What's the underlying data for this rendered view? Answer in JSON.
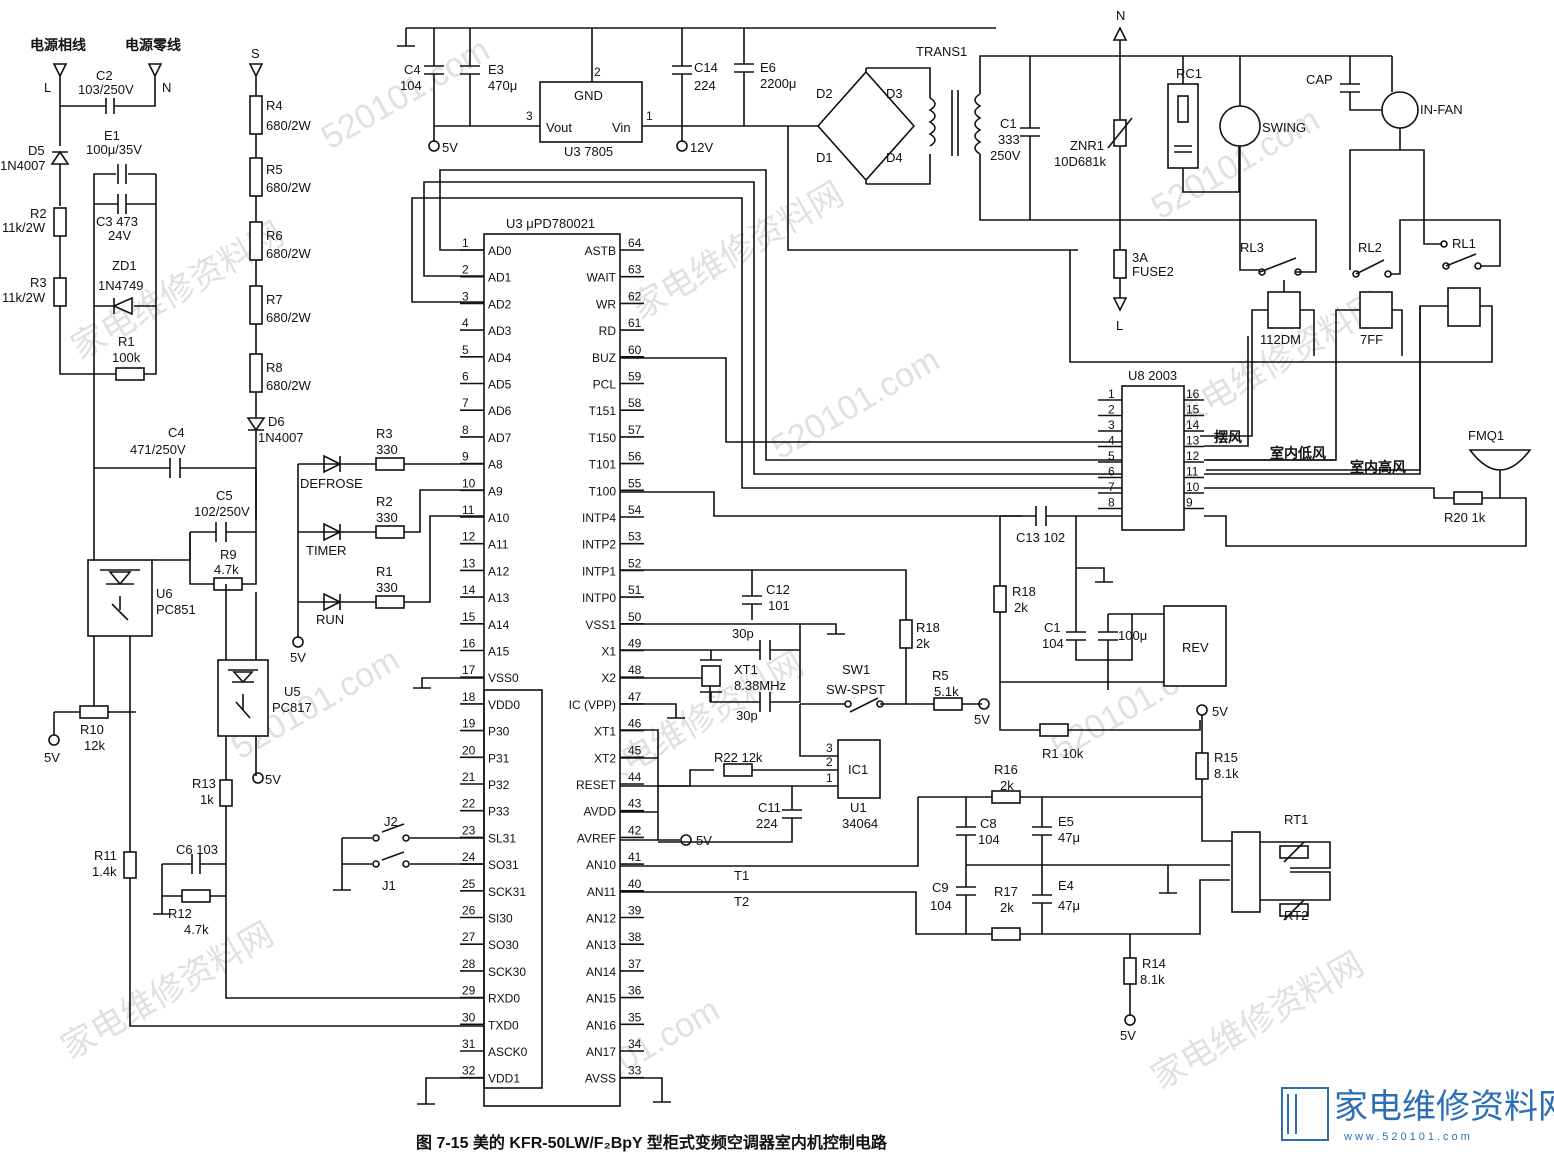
{
  "figure": {
    "caption": "图 7-15   美的 KFR-50LW/F₂BpY 型柜式变频空调器室内机控制电路"
  },
  "watermark": {
    "text": "家电维修资料网",
    "url": "520101.com",
    "logo_text": "家电维修资料网",
    "logo_url": "www.520101.com"
  },
  "mcu": {
    "label": "U3 μPD780021",
    "left_pins": [
      {
        "num": "1",
        "name": "AD0"
      },
      {
        "num": "2",
        "name": "AD1"
      },
      {
        "num": "3",
        "name": "AD2"
      },
      {
        "num": "4",
        "name": "AD3"
      },
      {
        "num": "5",
        "name": "AD4"
      },
      {
        "num": "6",
        "name": "AD5"
      },
      {
        "num": "7",
        "name": "AD6"
      },
      {
        "num": "8",
        "name": "AD7"
      },
      {
        "num": "9",
        "name": "A8"
      },
      {
        "num": "10",
        "name": "A9"
      },
      {
        "num": "11",
        "name": "A10"
      },
      {
        "num": "12",
        "name": "A11"
      },
      {
        "num": "13",
        "name": "A12"
      },
      {
        "num": "14",
        "name": "A13"
      },
      {
        "num": "15",
        "name": "A14"
      },
      {
        "num": "16",
        "name": "A15"
      },
      {
        "num": "17",
        "name": "VSS0"
      },
      {
        "num": "18",
        "name": "VDD0"
      },
      {
        "num": "19",
        "name": "P30"
      },
      {
        "num": "20",
        "name": "P31"
      },
      {
        "num": "21",
        "name": "P32"
      },
      {
        "num": "22",
        "name": "P33"
      },
      {
        "num": "23",
        "name": "SL31"
      },
      {
        "num": "24",
        "name": "SO31"
      },
      {
        "num": "25",
        "name": "SCK31"
      },
      {
        "num": "26",
        "name": "SI30"
      },
      {
        "num": "27",
        "name": "SO30"
      },
      {
        "num": "28",
        "name": "SCK30"
      },
      {
        "num": "29",
        "name": "RXD0"
      },
      {
        "num": "30",
        "name": "TXD0"
      },
      {
        "num": "31",
        "name": "ASCK0"
      },
      {
        "num": "32",
        "name": "VDD1"
      }
    ],
    "right_pins": [
      {
        "num": "64",
        "name": "ASTB"
      },
      {
        "num": "63",
        "name": "WAIT"
      },
      {
        "num": "62",
        "name": "WR"
      },
      {
        "num": "61",
        "name": "RD"
      },
      {
        "num": "60",
        "name": "BUZ"
      },
      {
        "num": "59",
        "name": "PCL"
      },
      {
        "num": "58",
        "name": "T151"
      },
      {
        "num": "57",
        "name": "T150"
      },
      {
        "num": "56",
        "name": "T101"
      },
      {
        "num": "55",
        "name": "T100"
      },
      {
        "num": "54",
        "name": "INTP4"
      },
      {
        "num": "53",
        "name": "INTP2"
      },
      {
        "num": "52",
        "name": "INTP1"
      },
      {
        "num": "51",
        "name": "INTP0"
      },
      {
        "num": "50",
        "name": "VSS1"
      },
      {
        "num": "49",
        "name": "X1"
      },
      {
        "num": "48",
        "name": "X2"
      },
      {
        "num": "47",
        "name": "IC (VPP)"
      },
      {
        "num": "46",
        "name": "XT1"
      },
      {
        "num": "45",
        "name": "XT2"
      },
      {
        "num": "44",
        "name": "RESET"
      },
      {
        "num": "43",
        "name": "AVDD"
      },
      {
        "num": "42",
        "name": "AVREF"
      },
      {
        "num": "41",
        "name": "AN10"
      },
      {
        "num": "40",
        "name": "AN11"
      },
      {
        "num": "39",
        "name": "AN12"
      },
      {
        "num": "38",
        "name": "AN13"
      },
      {
        "num": "37",
        "name": "AN14"
      },
      {
        "num": "36",
        "name": "AN15"
      },
      {
        "num": "35",
        "name": "AN16"
      },
      {
        "num": "34",
        "name": "AN17"
      },
      {
        "num": "33",
        "name": "AVSS"
      }
    ]
  },
  "driver": {
    "label": "U8 2003",
    "left_pins": [
      "1",
      "2",
      "3",
      "4",
      "5",
      "6",
      "7",
      "8"
    ],
    "right_pins": [
      "16",
      "15",
      "14",
      "13",
      "12",
      "11",
      "10",
      "9"
    ]
  },
  "labels": {
    "live_cn": "电源相线",
    "neutral_cn": "电源零线",
    "L": "L",
    "N": "N",
    "S": "S",
    "C2": "C2",
    "C2v": "103/250V",
    "D5": "D5",
    "D5v": "1N4007",
    "E1": "E1",
    "E1v": "100μ/35V",
    "C3": "C3 473",
    "C3v": "24V",
    "R2": "R2",
    "R2v": "11k/2W",
    "R3": "R3",
    "R3v": "11k/2W",
    "ZD1": "ZD1",
    "ZD1v": "1N4749",
    "R1": "R1",
    "R1v": "100k",
    "R4": "R4",
    "R4v": "680/2W",
    "R5": "R5",
    "R5v": "680/2W",
    "R6": "R6",
    "R6v": "680/2W",
    "R7": "R7",
    "R7v": "680/2W",
    "R8": "R8",
    "R8v": "680/2W",
    "D6": "D6",
    "D6v": "1N4007",
    "C4a": "C4",
    "C4av": "471/250V",
    "C5": "C5",
    "C5v": "102/250V",
    "R9": "R9",
    "R9v": "4.7k",
    "U6": "U6",
    "U6v": "PC851",
    "U5": "U5",
    "U5v": "PC817",
    "R10": "R10",
    "R10v": "12k",
    "R13": "R13",
    "R13v": "1k",
    "R11": "R11",
    "R11v": "1.4k",
    "C6": "C6 103",
    "R12": "R12",
    "R12v": "4.7k",
    "v5": "5V",
    "v12": "12V",
    "C4b": "C4",
    "C4bv": "104",
    "E3": "E3",
    "E3v": "470μ",
    "U3reg": "U3 7805",
    "GND": "GND",
    "Vout": "Vout",
    "Vin": "Vin",
    "n1": "1",
    "n2": "2",
    "n3": "3",
    "C14": "C14",
    "C14v": "224",
    "E6": "E6",
    "E6v": "2200μ",
    "D1": "D1",
    "D2": "D2",
    "D3": "D3",
    "D4": "D4",
    "TRANS1": "TRANS1",
    "C1a": "C1",
    "C1av": "333",
    "C1av2": "250V",
    "ZNR1": "ZNR1",
    "ZNR1v": "10D681k",
    "FUSE": "3A",
    "FUSEv": "FUSE2",
    "RC1": "RC1",
    "SWING": "SWING",
    "CAP": "CAP",
    "INFAN": "IN-FAN",
    "RL3": "RL3",
    "RL2": "RL2",
    "RL1": "RL1",
    "r112": "112DM",
    "r7ff": "7FF",
    "swing_cn": "摆风",
    "low_cn": "室内低风",
    "high_cn": "室内高风",
    "FMQ1": "FMQ1",
    "R20": "R20 1k",
    "C13": "C13 102",
    "R18a": "R18",
    "R18av": "2k",
    "C1b": "C1",
    "C1bv": "104",
    "C100": "100μ",
    "REV": "REV",
    "R18b": "R18",
    "R18bv": "2k",
    "C12": "C12",
    "C12v": "101",
    "c30p": "30p",
    "c30p2": "30p",
    "XT1": "XT1",
    "XT1v": "8.38MHz",
    "SW1": "SW1",
    "SW1v": "SW-SPST",
    "R5b": "R5",
    "R5bv": "5.1k",
    "R1b": "R1 10k",
    "R15": "R15",
    "R15v": "8.1k",
    "R22": "R22 12k",
    "IC1": "IC1",
    "U1": "U1",
    "U1v": "34064",
    "C11": "C11",
    "C11v": "224",
    "R16": "R16",
    "R16v": "2k",
    "C8": "C8",
    "C8v": "104",
    "E5": "E5",
    "E5v": "47μ",
    "C9": "C9",
    "C9v": "104",
    "R17": "R17",
    "R17v": "2k",
    "E4": "E4",
    "E4v": "47μ",
    "T1": "T1",
    "T2": "T2",
    "RT1": "RT1",
    "RT2": "RT2",
    "R14": "R14",
    "R14v": "8.1k",
    "R3b": "R3",
    "R3bv": "330",
    "R2b": "R2",
    "R2bv": "330",
    "R1c": "R1",
    "R1cv": "330",
    "DEFROSE": "DEFROSE",
    "TIMER": "TIMER",
    "RUN": "RUN",
    "J1": "J1",
    "J2": "J2",
    "ic3": "3",
    "ic2": "2",
    "ic1": "1"
  }
}
